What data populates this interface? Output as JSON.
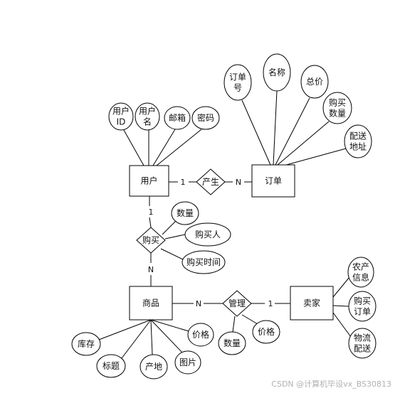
{
  "entities": {
    "user": "用户",
    "order": "订单",
    "product": "商品",
    "seller": "卖家"
  },
  "relationships": {
    "produce": "产生",
    "buy": "购买",
    "manage": "管理"
  },
  "attributes": {
    "user_id": [
      "用户",
      "ID"
    ],
    "user_name": [
      "用户",
      "名"
    ],
    "email": [
      "邮箱"
    ],
    "password": [
      "密码"
    ],
    "order_no": [
      "订单",
      "号"
    ],
    "order_name": [
      "名称"
    ],
    "total_price": [
      "总价"
    ],
    "order_qty": [
      "购买",
      "数量"
    ],
    "address": [
      "配送",
      "地址"
    ],
    "buy_qty": [
      "数量"
    ],
    "buyer": [
      "购买人"
    ],
    "buy_time": [
      "购买时间"
    ],
    "stock": [
      "库存"
    ],
    "title": [
      "标题"
    ],
    "origin": [
      "产地"
    ],
    "image": [
      "图片"
    ],
    "price": [
      "价格"
    ],
    "manage_qty": [
      "数量"
    ],
    "manage_price": [
      "价格"
    ],
    "farm_info": [
      "农产",
      "信息"
    ],
    "buy_order": [
      "购买",
      "订单"
    ],
    "logistics": [
      "物流",
      "配送"
    ]
  },
  "cardinalities": {
    "user_produce": "1",
    "produce_order": "N",
    "user_buy": "1",
    "buy_product": "N",
    "product_manage": "N",
    "manage_seller": "1"
  },
  "watermark": "CSDN @计算机毕设vx_BS30813"
}
